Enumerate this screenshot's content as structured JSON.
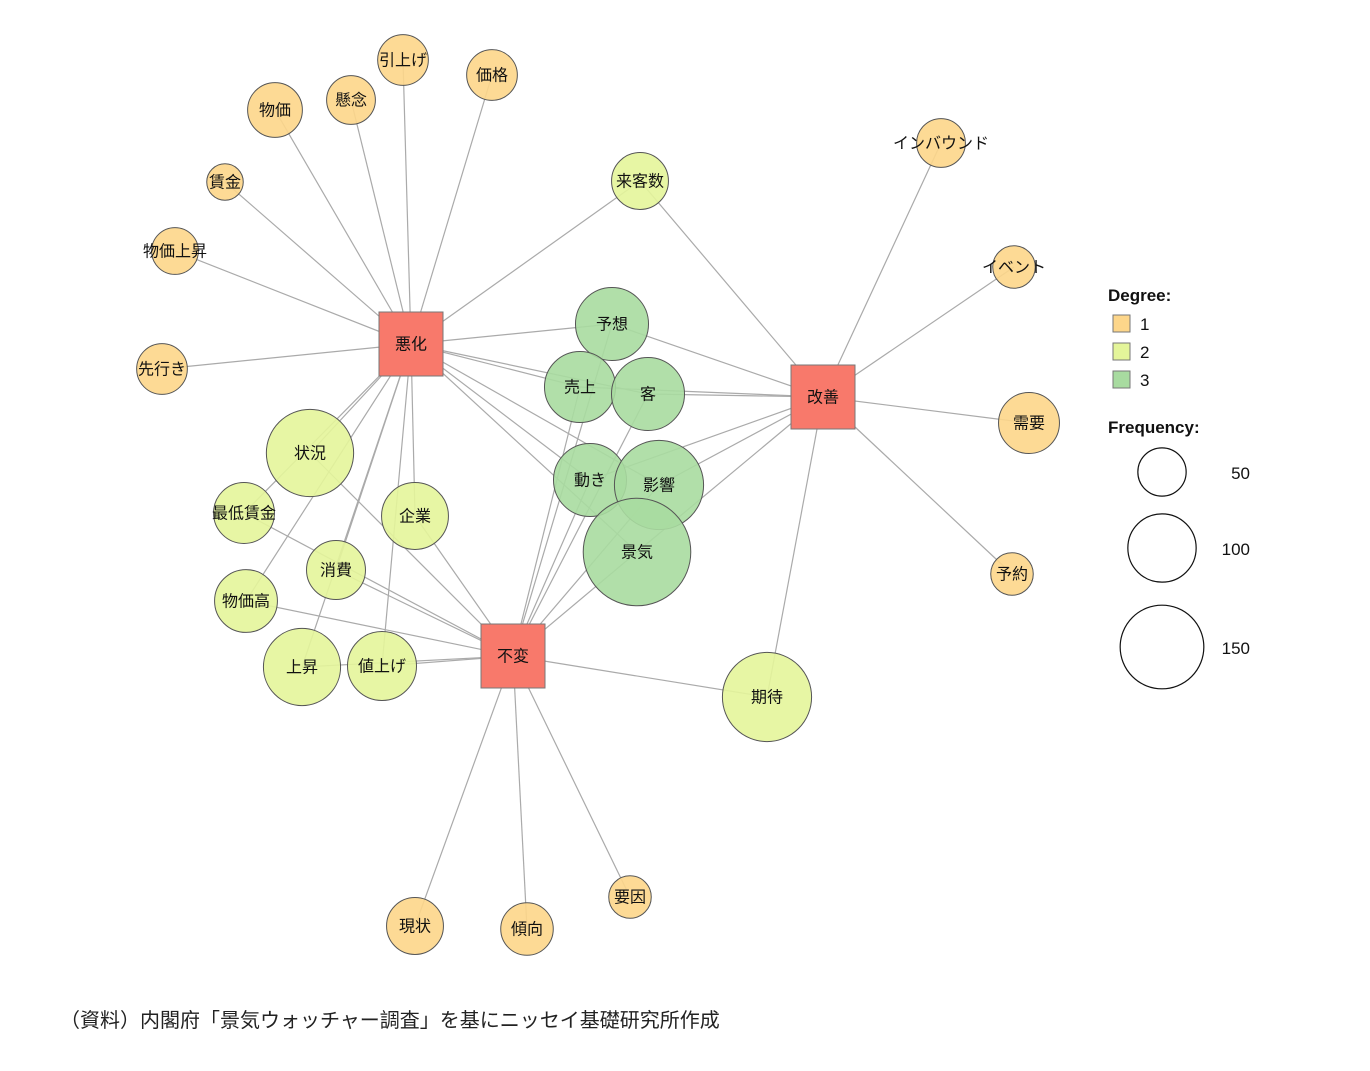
{
  "chart_data": {
    "type": "network",
    "colors": {
      "degree_1": "#FDD68A",
      "degree_2": "#E4F59A",
      "degree_3": "#A8DBA0",
      "category": "#F8796B",
      "edge": "#AAAAAA"
    },
    "categories": [
      "悪化",
      "改善",
      "不変"
    ],
    "nodes": [
      {
        "label": "引上げ",
        "degree": 1,
        "frequency": 54
      },
      {
        "label": "価格",
        "degree": 1,
        "frequency": 54
      },
      {
        "label": "懸念",
        "degree": 1,
        "frequency": 50
      },
      {
        "label": "物価",
        "degree": 1,
        "frequency": 63
      },
      {
        "label": "賃金",
        "degree": 1,
        "frequency": 28
      },
      {
        "label": "物価上昇",
        "degree": 1,
        "frequency": 46
      },
      {
        "label": "先行き",
        "degree": 1,
        "frequency": 54
      },
      {
        "label": "来客数",
        "degree": 2,
        "frequency": 68
      },
      {
        "label": "インバウンド",
        "degree": 1,
        "frequency": 50
      },
      {
        "label": "イベント",
        "degree": 1,
        "frequency": 38
      },
      {
        "label": "需要",
        "degree": 1,
        "frequency": 78
      },
      {
        "label": "予約",
        "degree": 1,
        "frequency": 38
      },
      {
        "label": "期待",
        "degree": 2,
        "frequency": 167
      },
      {
        "label": "現状",
        "degree": 1,
        "frequency": 68
      },
      {
        "label": "傾向",
        "degree": 1,
        "frequency": 58
      },
      {
        "label": "要因",
        "degree": 1,
        "frequency": 38
      },
      {
        "label": "状況",
        "degree": 2,
        "frequency": 160
      },
      {
        "label": "最低賃金",
        "degree": 2,
        "frequency": 78
      },
      {
        "label": "企業",
        "degree": 2,
        "frequency": 94
      },
      {
        "label": "消費",
        "degree": 2,
        "frequency": 73
      },
      {
        "label": "物価高",
        "degree": 2,
        "frequency": 83
      },
      {
        "label": "上昇",
        "degree": 2,
        "frequency": 125
      },
      {
        "label": "値上げ",
        "degree": 2,
        "frequency": 100
      },
      {
        "label": "予想",
        "degree": 3,
        "frequency": 112
      },
      {
        "label": "売上",
        "degree": 3,
        "frequency": 106
      },
      {
        "label": "客",
        "degree": 3,
        "frequency": 112
      },
      {
        "label": "動き",
        "degree": 3,
        "frequency": 112
      },
      {
        "label": "影響",
        "degree": 3,
        "frequency": 167
      },
      {
        "label": "景気",
        "degree": 3,
        "frequency": 243
      }
    ],
    "edges": [
      [
        "悪化",
        "引上げ"
      ],
      [
        "悪化",
        "価格"
      ],
      [
        "悪化",
        "懸念"
      ],
      [
        "悪化",
        "物価"
      ],
      [
        "悪化",
        "賃金"
      ],
      [
        "悪化",
        "物価上昇"
      ],
      [
        "悪化",
        "先行き"
      ],
      [
        "悪化",
        "来客数"
      ],
      [
        "悪化",
        "予想"
      ],
      [
        "悪化",
        "売上"
      ],
      [
        "悪化",
        "客"
      ],
      [
        "悪化",
        "動き"
      ],
      [
        "悪化",
        "影響"
      ],
      [
        "悪化",
        "景気"
      ],
      [
        "悪化",
        "状況"
      ],
      [
        "悪化",
        "最低賃金"
      ],
      [
        "悪化",
        "企業"
      ],
      [
        "悪化",
        "消費"
      ],
      [
        "悪化",
        "物価高"
      ],
      [
        "悪化",
        "上昇"
      ],
      [
        "悪化",
        "値上げ"
      ],
      [
        "改善",
        "来客数"
      ],
      [
        "改善",
        "インバウンド"
      ],
      [
        "改善",
        "イベント"
      ],
      [
        "改善",
        "需要"
      ],
      [
        "改善",
        "予約"
      ],
      [
        "改善",
        "期待"
      ],
      [
        "改善",
        "予想"
      ],
      [
        "改善",
        "売上"
      ],
      [
        "改善",
        "客"
      ],
      [
        "改善",
        "動き"
      ],
      [
        "改善",
        "影響"
      ],
      [
        "改善",
        "景気"
      ],
      [
        "不変",
        "現状"
      ],
      [
        "不変",
        "傾向"
      ],
      [
        "不変",
        "要因"
      ],
      [
        "不変",
        "期待"
      ],
      [
        "不変",
        "状況"
      ],
      [
        "不変",
        "最低賃金"
      ],
      [
        "不変",
        "企業"
      ],
      [
        "不変",
        "消費"
      ],
      [
        "不変",
        "物価高"
      ],
      [
        "不変",
        "上昇"
      ],
      [
        "不変",
        "値上げ"
      ],
      [
        "不変",
        "予想"
      ],
      [
        "不変",
        "売上"
      ],
      [
        "不変",
        "客"
      ],
      [
        "不変",
        "動き"
      ],
      [
        "不変",
        "影響"
      ],
      [
        "不変",
        "景気"
      ]
    ],
    "legend": {
      "degree_title": "Degree:",
      "degree_items": [
        "1",
        "2",
        "3"
      ],
      "frequency_title": "Frequency:",
      "frequency_items": [
        50,
        100,
        150
      ],
      "placement": "right"
    }
  },
  "source": "（資料）内閣府「景気ウォッチャー調査」を基にニッセイ基礎研究所作成"
}
